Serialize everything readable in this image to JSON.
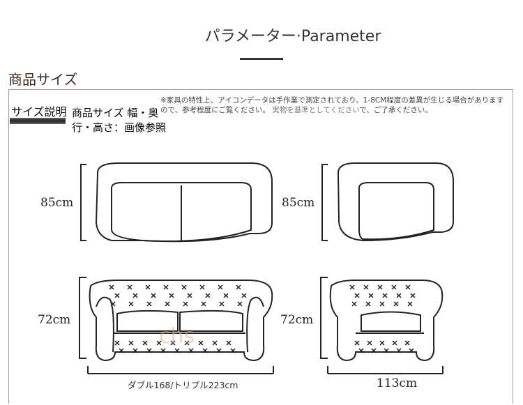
{
  "header": {
    "title": "パラメーター·Parameter",
    "section": "商品サイズ"
  },
  "panel": {
    "size_label": "サイズ説明",
    "product_size": "商品サイズ 幅・奥行・高さ：画像参照",
    "note1": "※家具の特性上、アイコンデータは手作業で測定されており、1-8CM程度の差異が生じる場合がありますので、参考程度にご覧ください。",
    "note2": "実物を基準としてください",
    "note3": "で、ご了承ください。"
  },
  "dimensions": {
    "left_back_height": "85cm",
    "right_back_height": "85cm",
    "left_front_height": "72cm",
    "right_front_height": "72cm",
    "left_width": "ダブル168/トリプル223cm",
    "right_width": "113cm"
  }
}
